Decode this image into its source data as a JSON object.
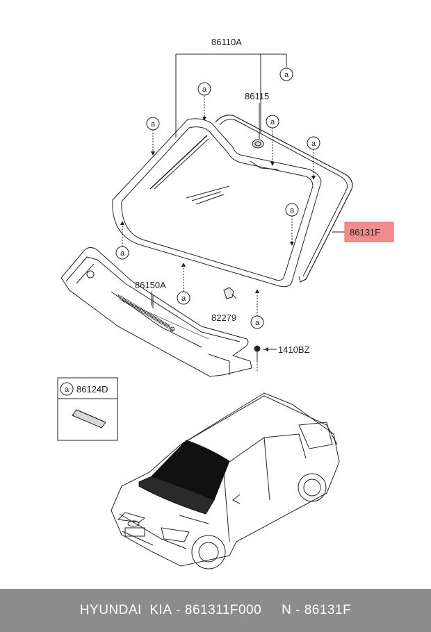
{
  "parts": {
    "windshield_assembly": "86110A",
    "sensor": "86115",
    "moulding": "86131F",
    "cowl_panel": "86150A",
    "clip": "82279",
    "screw": "1410BZ",
    "dam_kit": "86124D"
  },
  "callout_letter": "a",
  "highlight_color": "#f28b8b",
  "footer": {
    "brand": "HYUNDAI  KIA",
    "part_number": "861311F000",
    "ref_prefix": "N",
    "ref_code": "86131F"
  }
}
